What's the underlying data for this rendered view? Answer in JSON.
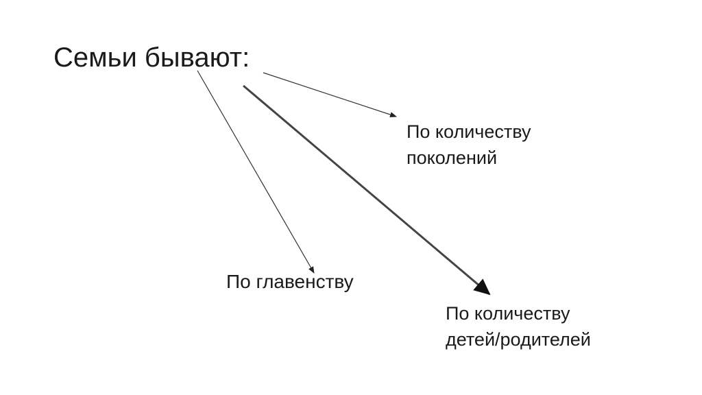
{
  "slide": {
    "title": "Семьи бывают:",
    "branches": {
      "generations": {
        "line1": "По количеству",
        "line2": "поколений"
      },
      "leadership": {
        "text": "По главенству"
      },
      "children": {
        "line1": "По количеству",
        "line2": "детей/родителей"
      }
    }
  },
  "colors": {
    "text": "#1a1a1a",
    "arrow": "#333333",
    "background": "#ffffff"
  }
}
